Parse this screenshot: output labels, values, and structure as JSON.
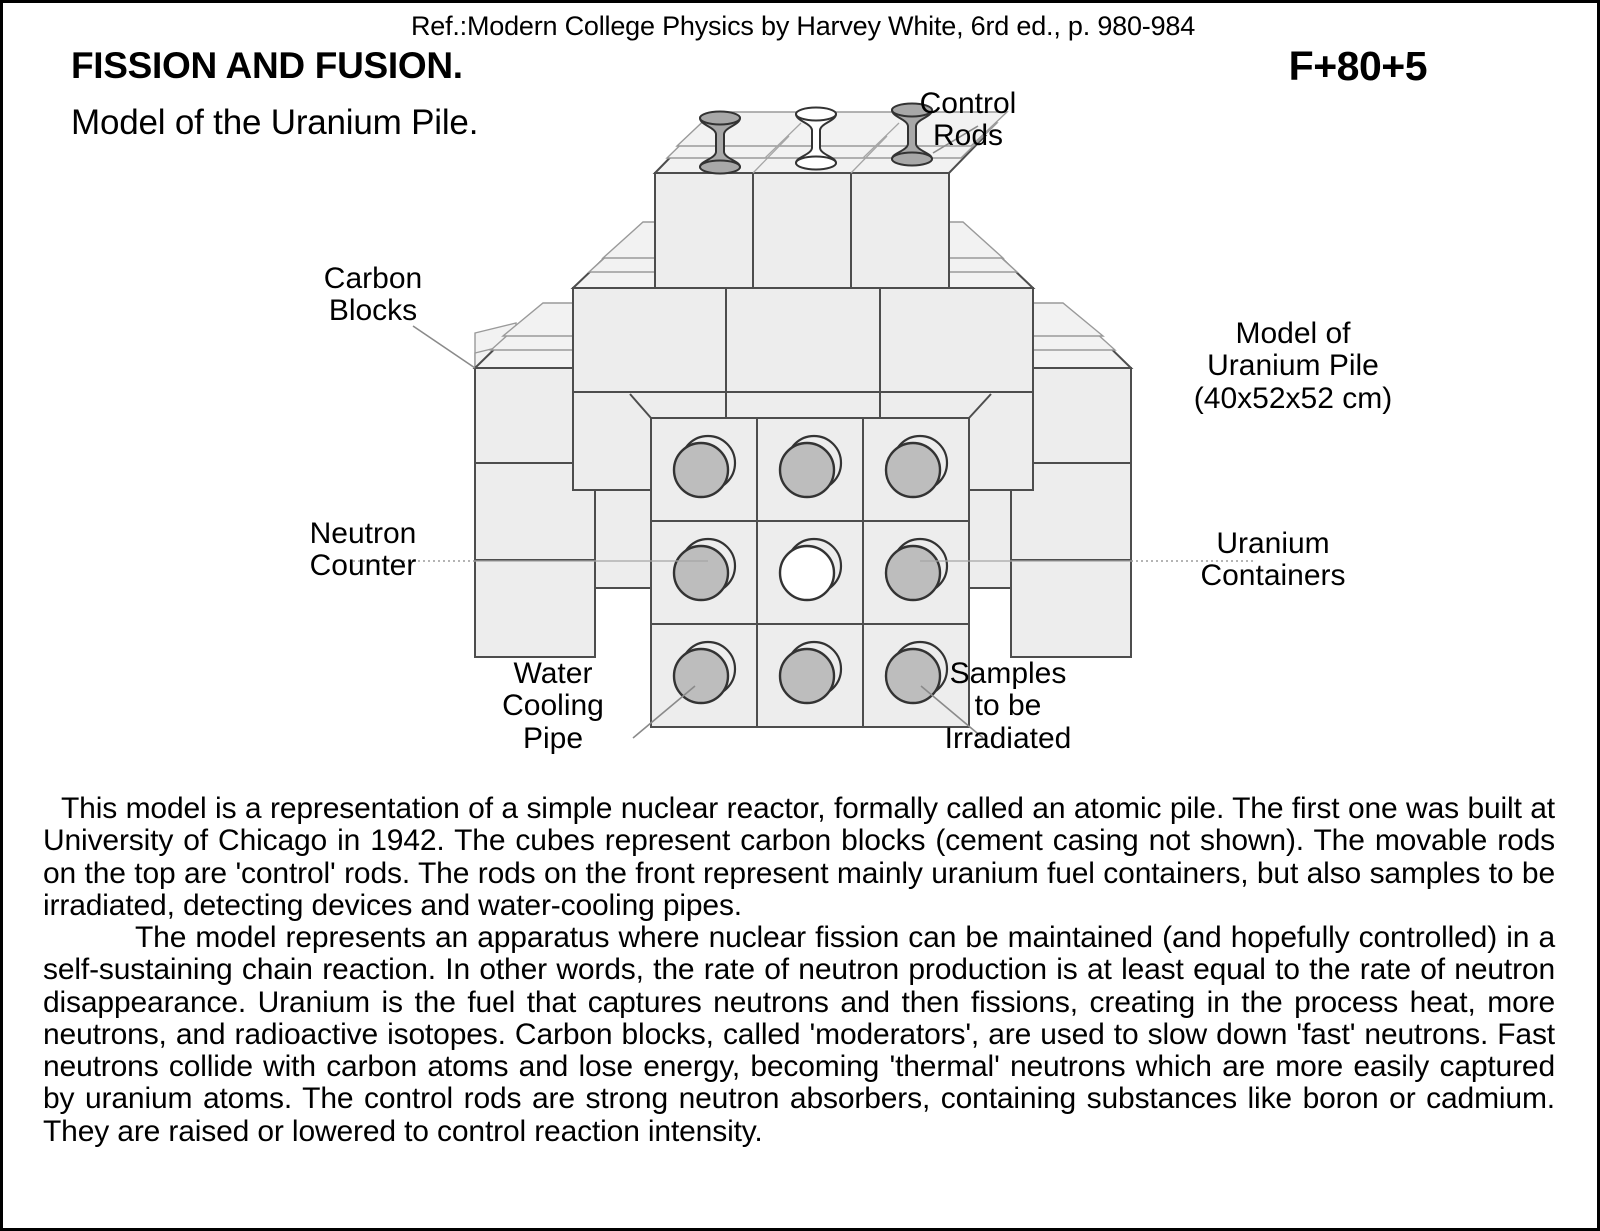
{
  "header": {
    "reference": "Ref.:Modern College Physics by Harvey White, 6rd ed., p. 980-984",
    "title": "FISSION AND FUSION.",
    "code": "F+80+5",
    "subtitle": "Model of the Uranium Pile."
  },
  "diagram": {
    "labels": {
      "control_rods": "Control\nRods",
      "carbon_blocks": "Carbon\nBlocks",
      "model_dims": "Model of\nUranium Pile\n(40x52x52 cm)",
      "neutron_counter": "Neutron\nCounter",
      "uranium_containers": "Uranium\nContainers",
      "water_cooling_pipe": "Water\nCooling\nPipe",
      "samples_irradiated": "Samples\nto be\nIrradiated"
    },
    "colors": {
      "block_face": "#ededed",
      "block_outline": "#4d4d4d",
      "block_outline_light": "#9a9a9a",
      "cylinder_fill": "#bdbdbd",
      "cylinder_open": "#ffffff",
      "rod_fill": "#a8a8a8",
      "rod_open": "#ffffff",
      "leader_line": "#808080"
    },
    "front_cylinders": {
      "rows": 3,
      "cols": 3,
      "fills": [
        [
          "filled",
          "filled",
          "filled"
        ],
        [
          "filled",
          "open",
          "filled"
        ],
        [
          "filled",
          "filled",
          "filled"
        ]
      ]
    },
    "control_rods": {
      "count": 3,
      "fills": [
        "filled",
        "open",
        "filled"
      ]
    }
  },
  "body": {
    "paragraph1": "This model is a representation of a simple nuclear reactor, formally called an atomic pile. The first one was built at University of Chicago in 1942. The cubes represent carbon blocks (cement casing not shown). The movable rods on the top are 'control' rods. The rods on the front represent mainly uranium fuel containers, but also samples to be irradiated, detecting devices and water-cooling pipes.",
    "paragraph2": "The model represents an apparatus where nuclear fission can be maintained (and hopefully controlled) in a self-sustaining chain reaction. In other words, the rate of neutron production is at least equal to the rate of neutron disappearance. Uranium is the fuel that captures neutrons and then fissions, creating in the process heat, more neutrons, and radioactive isotopes. Carbon blocks, called 'moderators', are used to slow down 'fast' neutrons. Fast neutrons collide with carbon atoms and lose energy, becoming 'thermal' neutrons which are more easily captured by uranium atoms. The control rods are strong neutron absorbers, containing substances like boron or cadmium. They are raised or lowered to control reaction intensity."
  }
}
